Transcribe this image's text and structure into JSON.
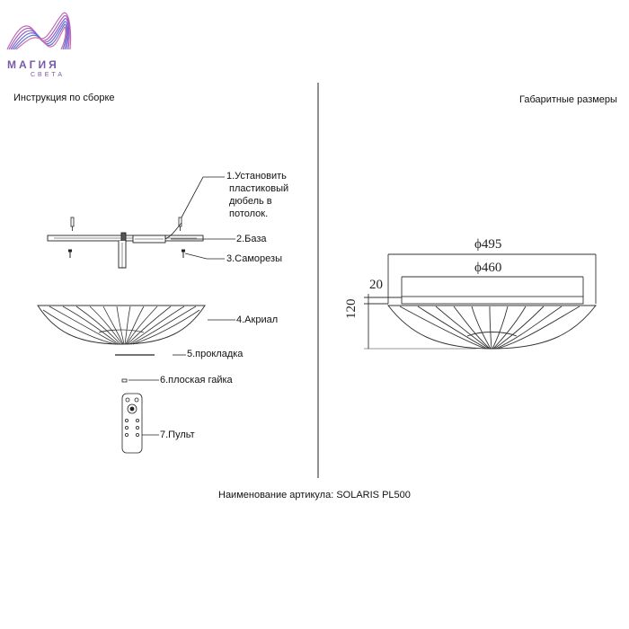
{
  "logo": {
    "line1": "МАГИЯ",
    "line2": "СВЕТА"
  },
  "left_title": "Инструкция по сборке",
  "right_title": "Габаритные размеры",
  "parts": [
    {
      "num": "1",
      "lines": [
        "1.Установить",
        "пластиковый",
        "дюбель в",
        "потолок."
      ]
    },
    {
      "num": "2",
      "label": "2.База"
    },
    {
      "num": "3",
      "label": "3.Саморезы"
    },
    {
      "num": "4",
      "label": "4.Акриал"
    },
    {
      "num": "5",
      "label": "5.прокладка"
    },
    {
      "num": "6",
      "label": "6.плоская гайка"
    },
    {
      "num": "7",
      "label": "7.Пульт"
    }
  ],
  "dimensions": {
    "outer_diameter": "ϕ495",
    "inner_diameter": "ϕ460",
    "rim_height": "20",
    "total_height": "120"
  },
  "article": "Наименование артикула: SOLARIS PL500",
  "colors": {
    "logo": "#7a5aa8",
    "line": "#222222"
  }
}
